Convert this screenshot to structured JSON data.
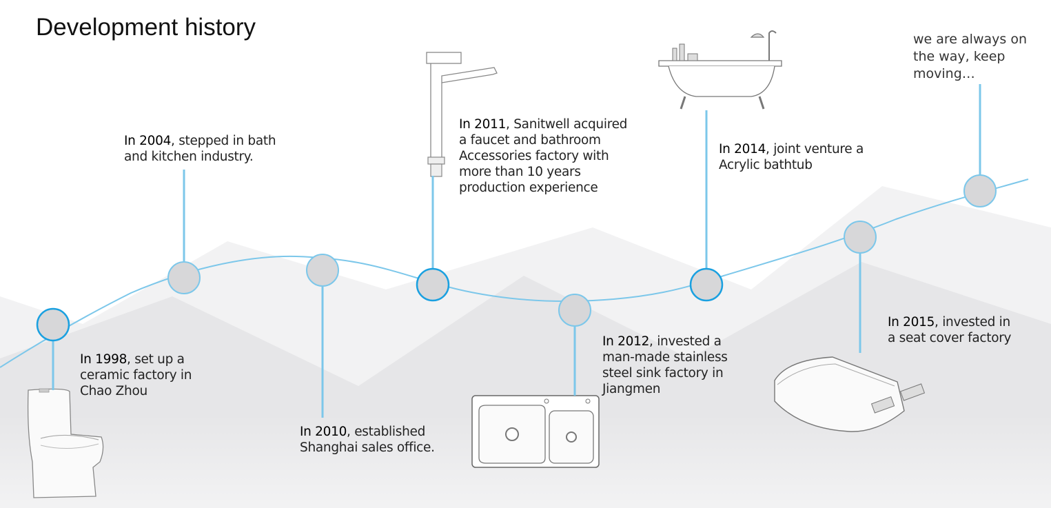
{
  "title": "Development history",
  "colors": {
    "line": "#7cc7ea",
    "node_fill": "#d7d7d9",
    "node_stroke_light": "#7cc7ea",
    "node_stroke_dark": "#1aa0e0",
    "mountain": "#e6e6e8"
  },
  "milestones": [
    {
      "year": "In 1998",
      "desc": ", set up a\nceramic factory in\nChao Zhou",
      "icon": "toilet-icon"
    },
    {
      "year": "In 2004",
      "desc": ", stepped in bath\nand kitchen industry.",
      "icon": ""
    },
    {
      "year": "In 2010",
      "desc": ", established\nShanghai sales office.",
      "icon": ""
    },
    {
      "year": "In 2011",
      "desc": ", Sanitwell acquired\na faucet and bathroom\nAccessories factory with\nmore than 10 years\nproduction experience",
      "icon": "faucet-icon"
    },
    {
      "year": "In 2012",
      "desc": ", invested a\nman-made stainless\nsteel sink factory in\nJiangmen",
      "icon": "sink-icon"
    },
    {
      "year": "In 2014",
      "desc": ", joint venture a\nAcrylic bathtub",
      "icon": "bathtub-icon"
    },
    {
      "year": "In 2015",
      "desc": ", invested in\na seat cover factory",
      "icon": "seat-cover-icon"
    }
  ],
  "closing": "we are always on the way, keep moving…"
}
